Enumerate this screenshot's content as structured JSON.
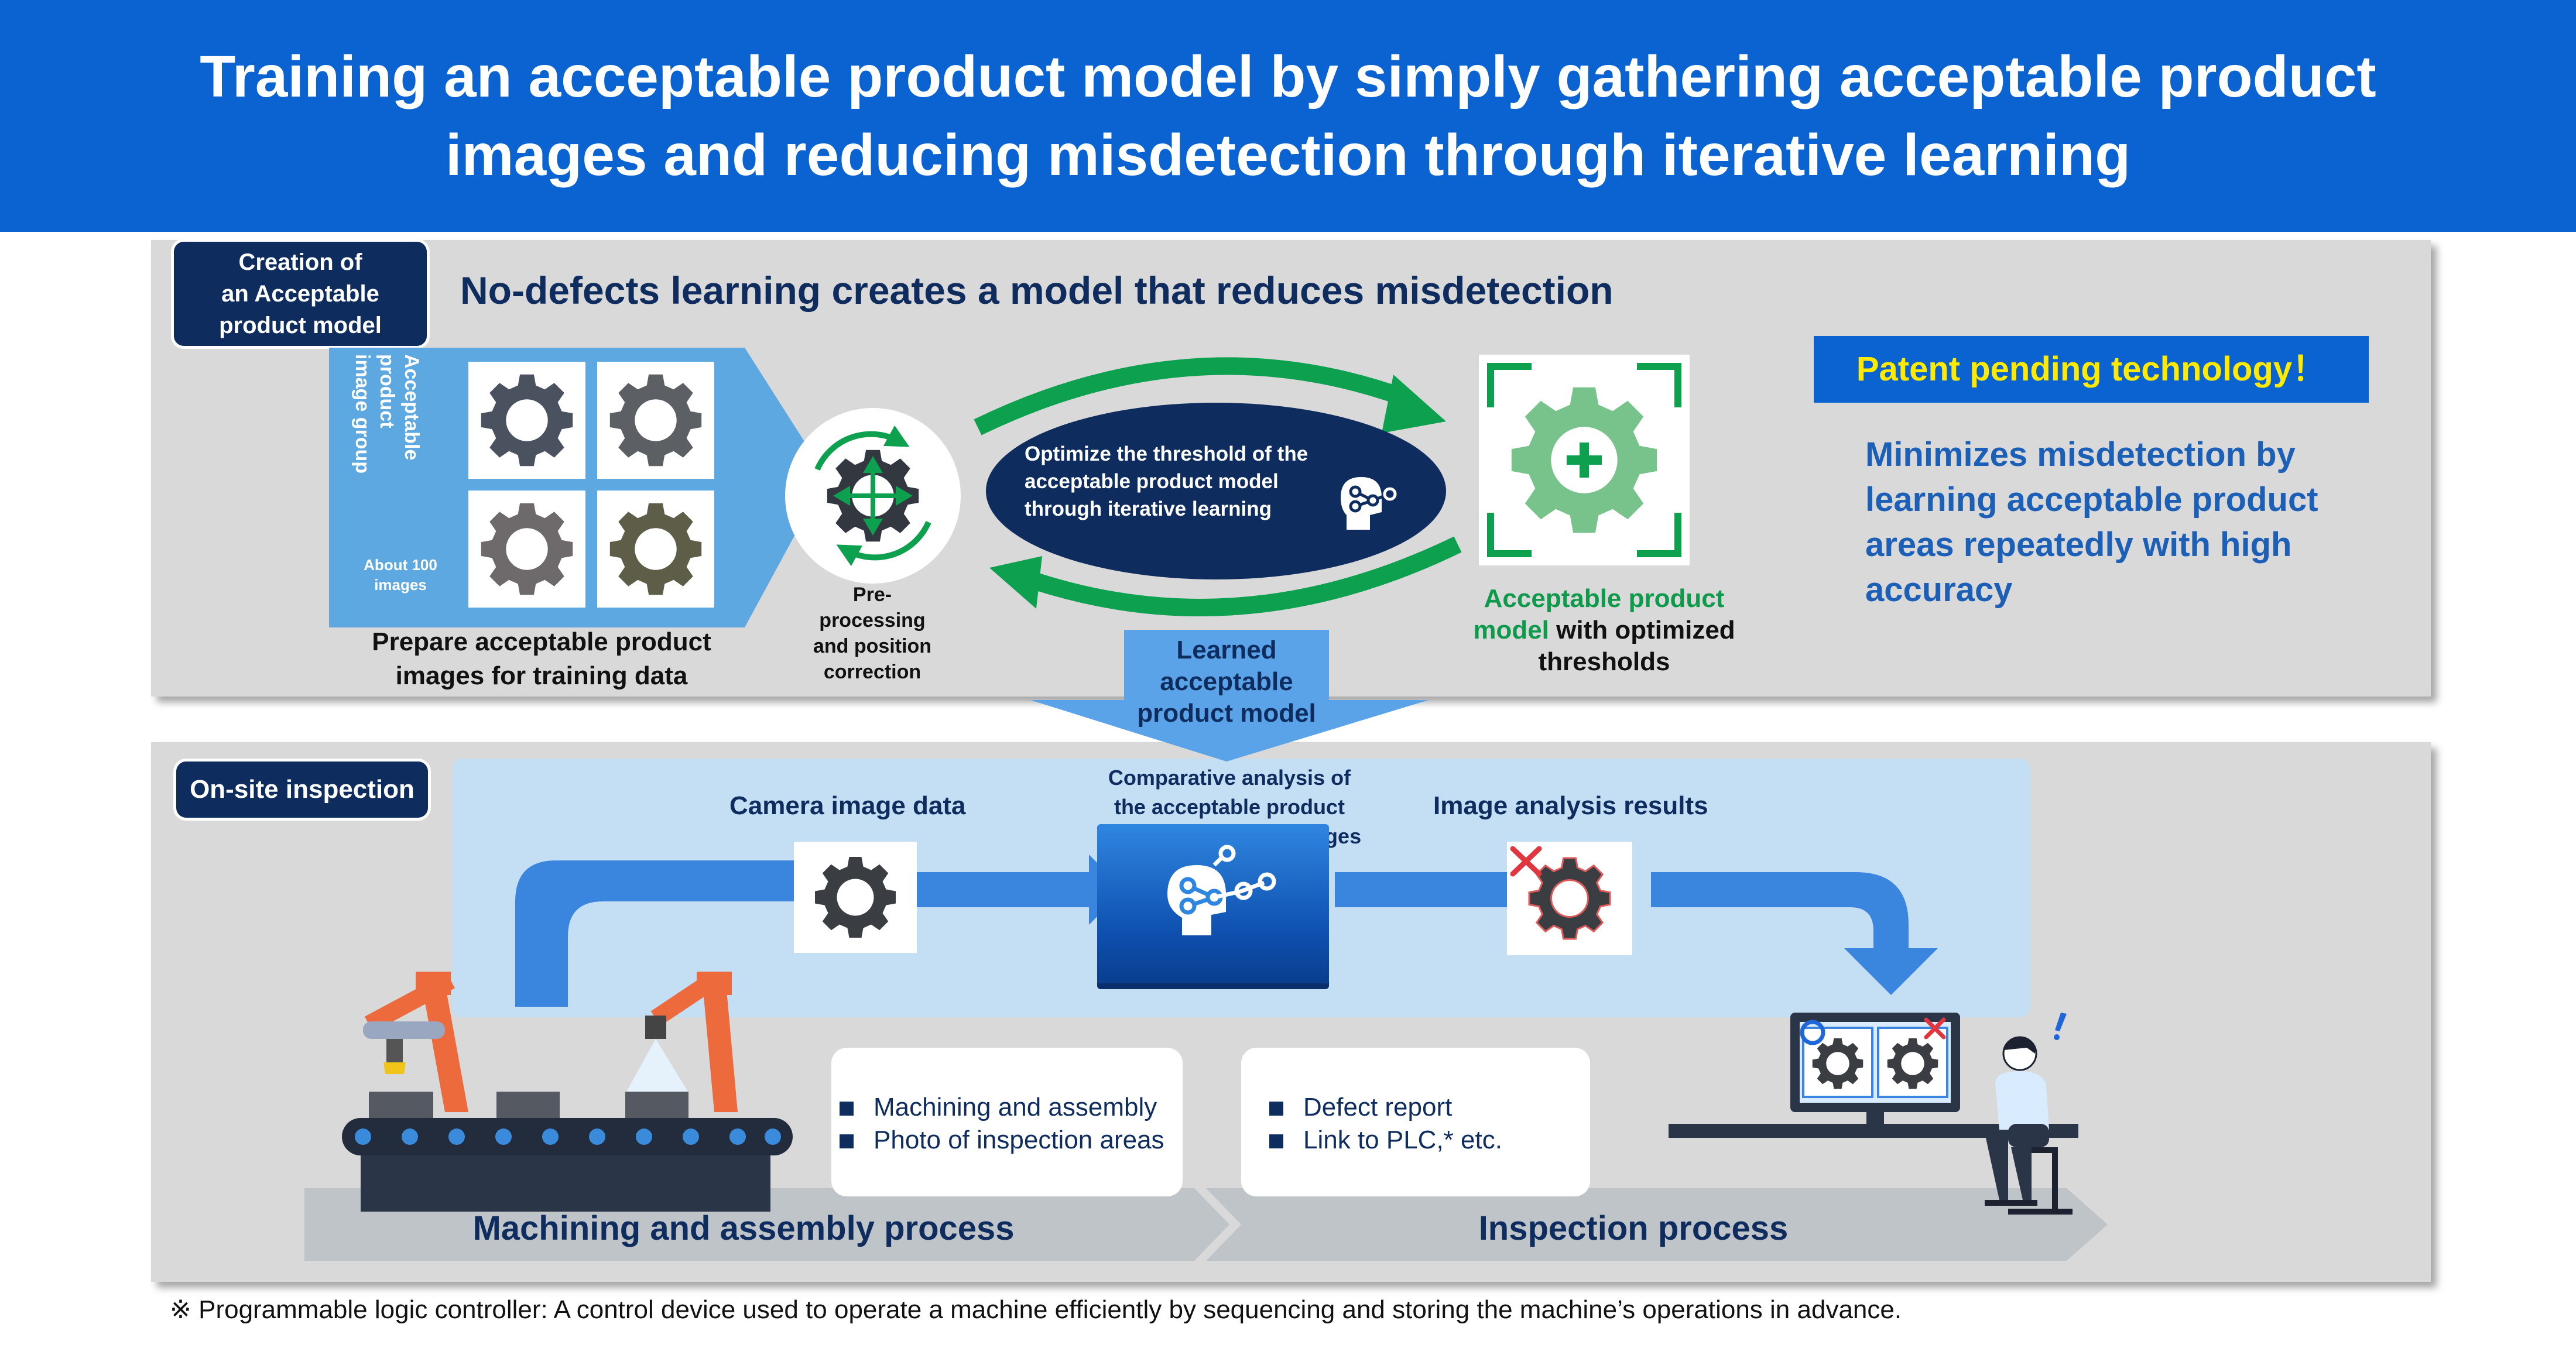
{
  "header": {
    "title_line1": "Training an acceptable product model by simply gathering acceptable product",
    "title_line2": "images and reducing misdetection through iterative learning"
  },
  "creation": {
    "tag_line1": "Creation of",
    "tag_line2": "an Acceptable",
    "tag_line3": "product model",
    "heading": "No-defects learning creates a model that reduces misdetection",
    "image_group_line1": "Acceptable product",
    "image_group_line2": "image group",
    "about_line1": "About 100",
    "about_line2": "images",
    "prepare_line1": "Prepare acceptable product",
    "prepare_line2": "images for training data",
    "pre_line1": "Pre-",
    "pre_line2": "processing",
    "pre_line3": "and position",
    "pre_line4": "correction",
    "optimize_line1": "Optimize the threshold of the",
    "optimize_line2": "acceptable product model",
    "optimize_line3": "through iterative learning",
    "model_line1": "Acceptable product",
    "model_line2_green": "model",
    "model_line2_rest": " with optimized",
    "model_line3": "thresholds",
    "patent": "Patent pending technology！",
    "minimize_line1": "Minimizes misdetection by",
    "minimize_line2": "learning acceptable product",
    "minimize_line3": "areas repeatedly with high",
    "minimize_line4": "accuracy",
    "learned_line1": "Learned",
    "learned_line2": "acceptable",
    "learned_line3": "product model"
  },
  "onsite": {
    "tag": "On-site inspection",
    "camera": "Camera image data",
    "compare_line1": "Comparative analysis of",
    "compare_line2": "the acceptable product",
    "compare_line3": "model and camera images",
    "results": "Image analysis results",
    "card1_items": [
      "Machining and assembly",
      "Photo of inspection areas"
    ],
    "card2_items": [
      "Defect report",
      "Link to PLC,* etc."
    ],
    "process_left": "Machining and assembly process",
    "process_right": "Inspection process"
  },
  "footnote": "※ Programmable logic controller: A control device used to operate a machine efficiently by sequencing and storing the machine’s operations in advance.",
  "colors": {
    "header_blue": "#0a63d0",
    "navy": "#0f2c5e",
    "accent_green": "#0d9a4b",
    "patent_yellow": "#ffea00",
    "light_blue": "#5da8e4"
  }
}
